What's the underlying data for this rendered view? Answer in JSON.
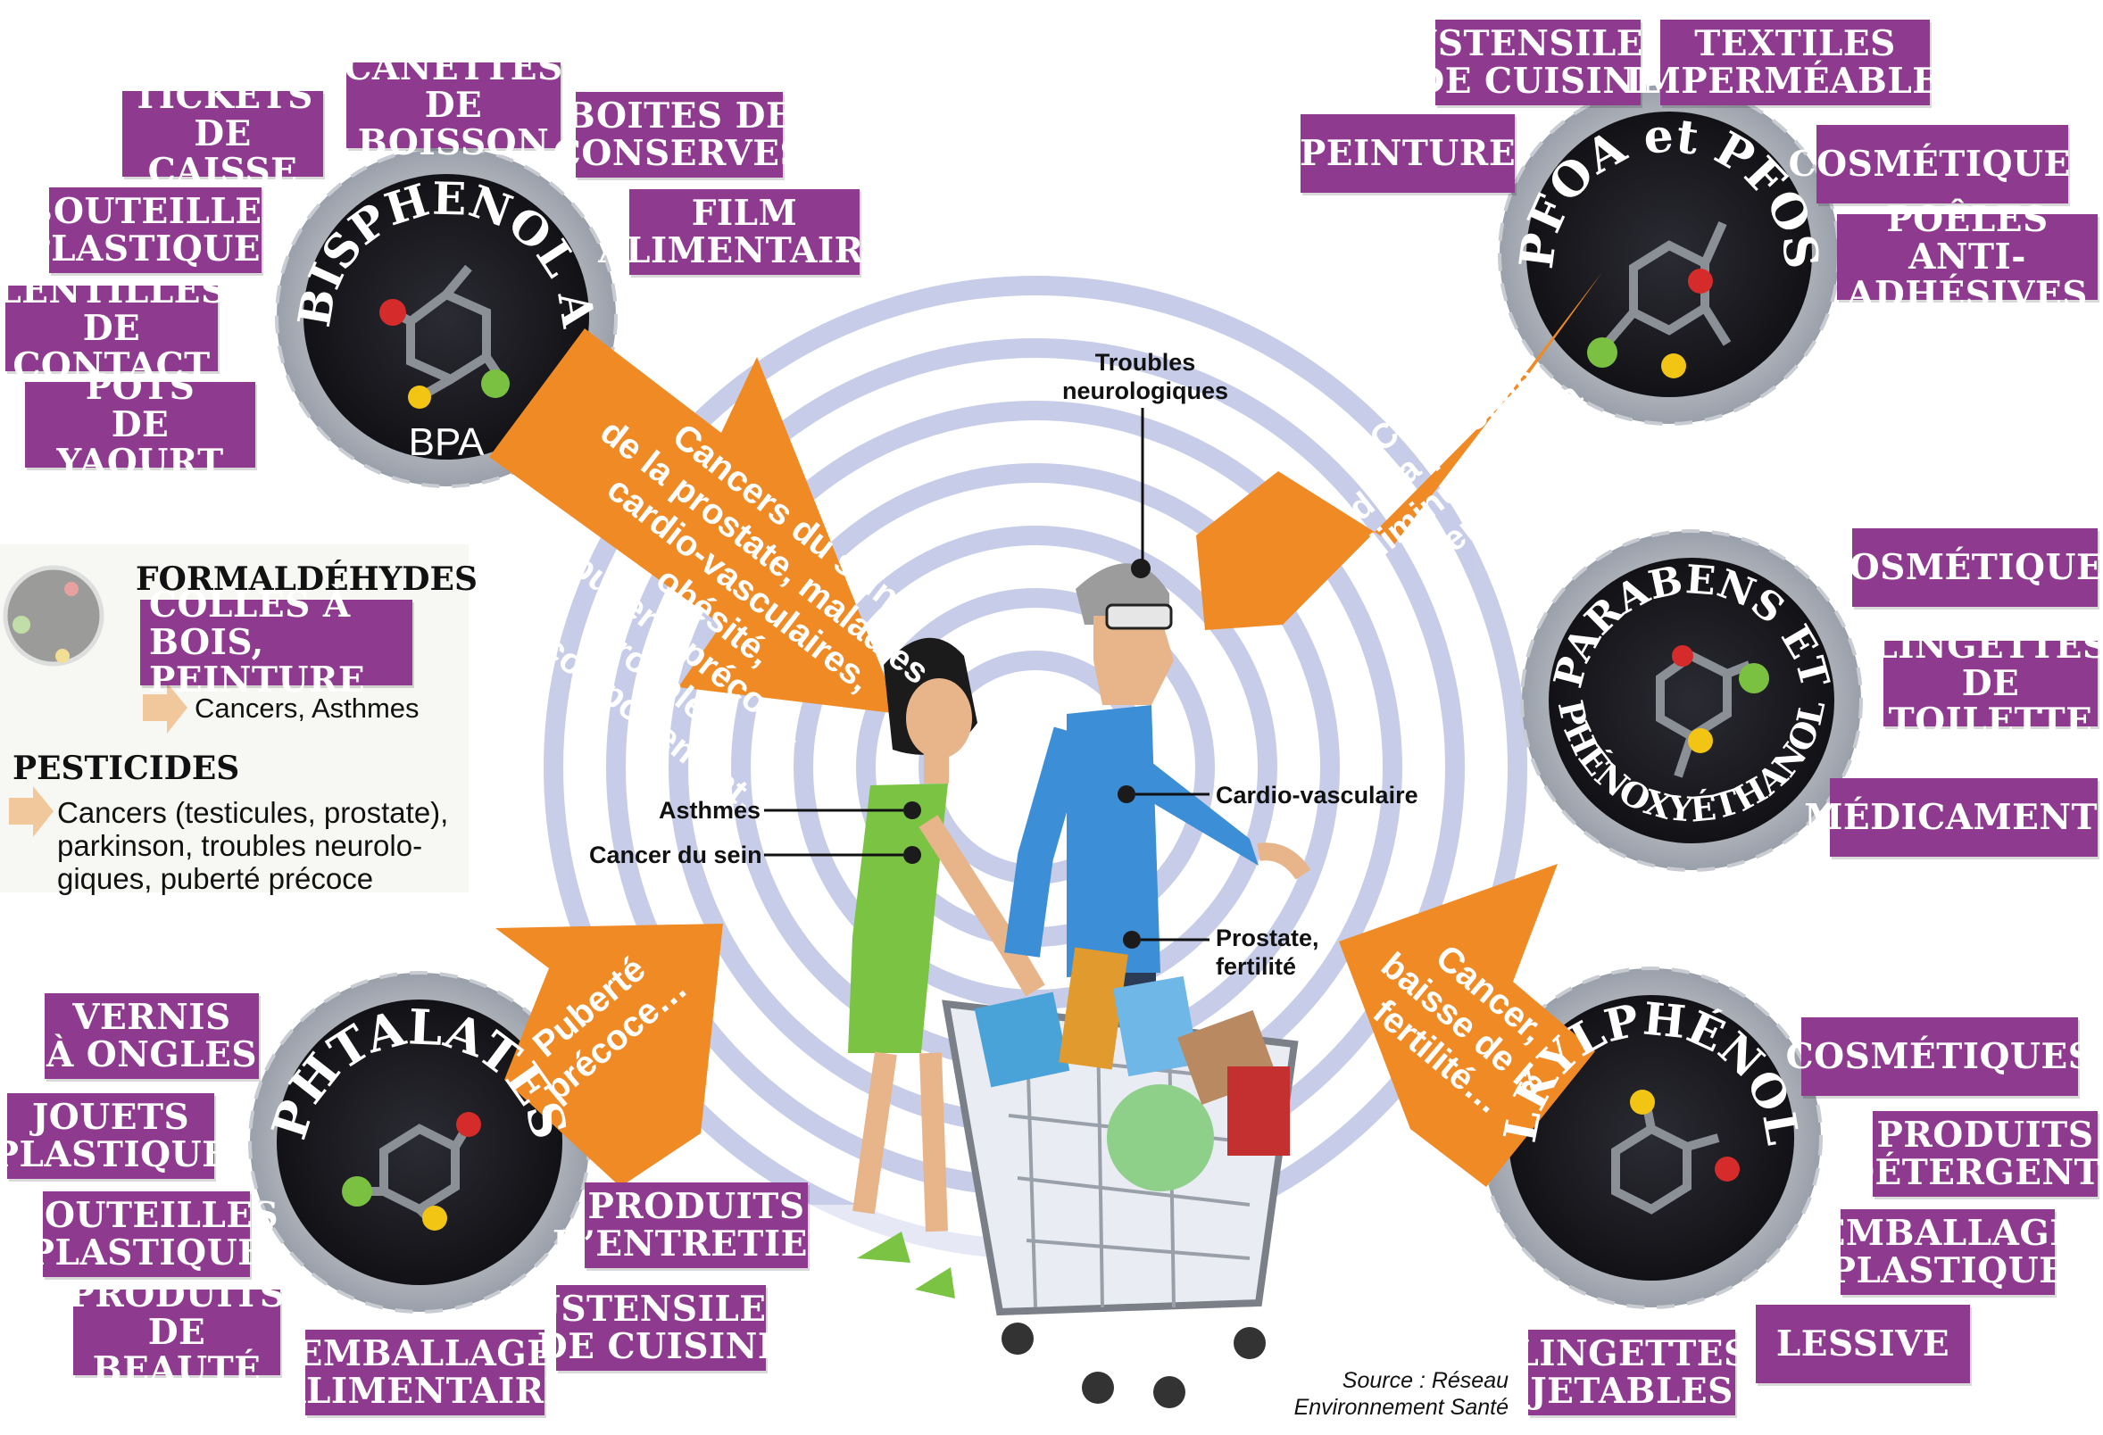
{
  "bisphenol": {
    "name": "BISPHENOL A",
    "abbr": "BPA",
    "effects": "Cancers du sein,\nde la prostate, maladies\ncardio-vasculaires, obésité,\npuberté précoce, troubles\ndu comportement…",
    "sources": [
      "TICKETS\nDE CAISSE",
      "CANETTES\nDE BOISSON",
      "BOITES DE\nCONSERVES",
      "BOUTEILLES\nPLASTIQUES",
      "FILM\nALIMENTAIRE",
      "LENTILLES\nDE CONTACT",
      "POTS\nDE YAOURT"
    ]
  },
  "pfoa": {
    "name": "PFOA et PFOS",
    "effects": "Cancer\nde la prostate,\ndiminution de la\nfertilité…",
    "sources": [
      "USTENSILES\nDE CUISINE",
      "TEXTILES\nIMPERMÉABLES",
      "PEINTURE",
      "COSMÉTIQUES",
      "POÊLES ANTI-\nADHÉSIVES"
    ]
  },
  "parabens": {
    "name": "PARABENS ET\nPHÉNOXYÉTHANOL",
    "sources": [
      "COSMÉTIQUES",
      "LINGETTES\nDE TOILETTE",
      "MÉDICAMENTS"
    ]
  },
  "phtalates": {
    "name": "PHTALATES",
    "effects": "Puberté\nprécoce…",
    "sources": [
      "VERNIS\nÀ ONGLES",
      "JOUETS\nPLASTIQUE",
      "BOUTEILLES\nPLASTIQUE",
      "PRODUITS\nDE BEAUTÉ",
      "EMBALLAGE\nALIMENTAIRE",
      "USTENSILES\nDE CUISINE",
      "PRODUITS\nD’ENTRETIEN"
    ]
  },
  "alkylphenols": {
    "name": "ALKYLPHÉNOLS",
    "effects": "Cancer,\nbaisse de la\nfertilité…",
    "sources": [
      "COSMÉTIQUES",
      "PRODUITS\nDÉTERGENTS",
      "EMBALLAGE\nPLASTIQUE",
      "LESSIVE",
      "LINGETTES\nJETABLES"
    ]
  },
  "formaldehydes": {
    "title": "FORMALDÉHYDES",
    "source": "COLLES À BOIS,\nPEINTURE",
    "effects": "Cancers, Asthmes"
  },
  "pesticides": {
    "title": "PESTICIDES",
    "effects": "Cancers (testicules, prostate),\nparkinson, troubles neurolo-\ngiques, puberté précoce"
  },
  "body_labels": {
    "troubles": "Troubles\nneurologiques",
    "cardio": "Cardio-vasculaire",
    "prostate": "Prostate,\nfertilité",
    "asthmes": "Asthmes",
    "sein": "Cancer du sein"
  },
  "source_note": "Source : Réseau\nEnvironnement Santé",
  "colors": {
    "tag": "#8e3a8f",
    "arrow": "#f08a24",
    "ring": "#1d1d22",
    "spiral": "#9aa5d6"
  }
}
